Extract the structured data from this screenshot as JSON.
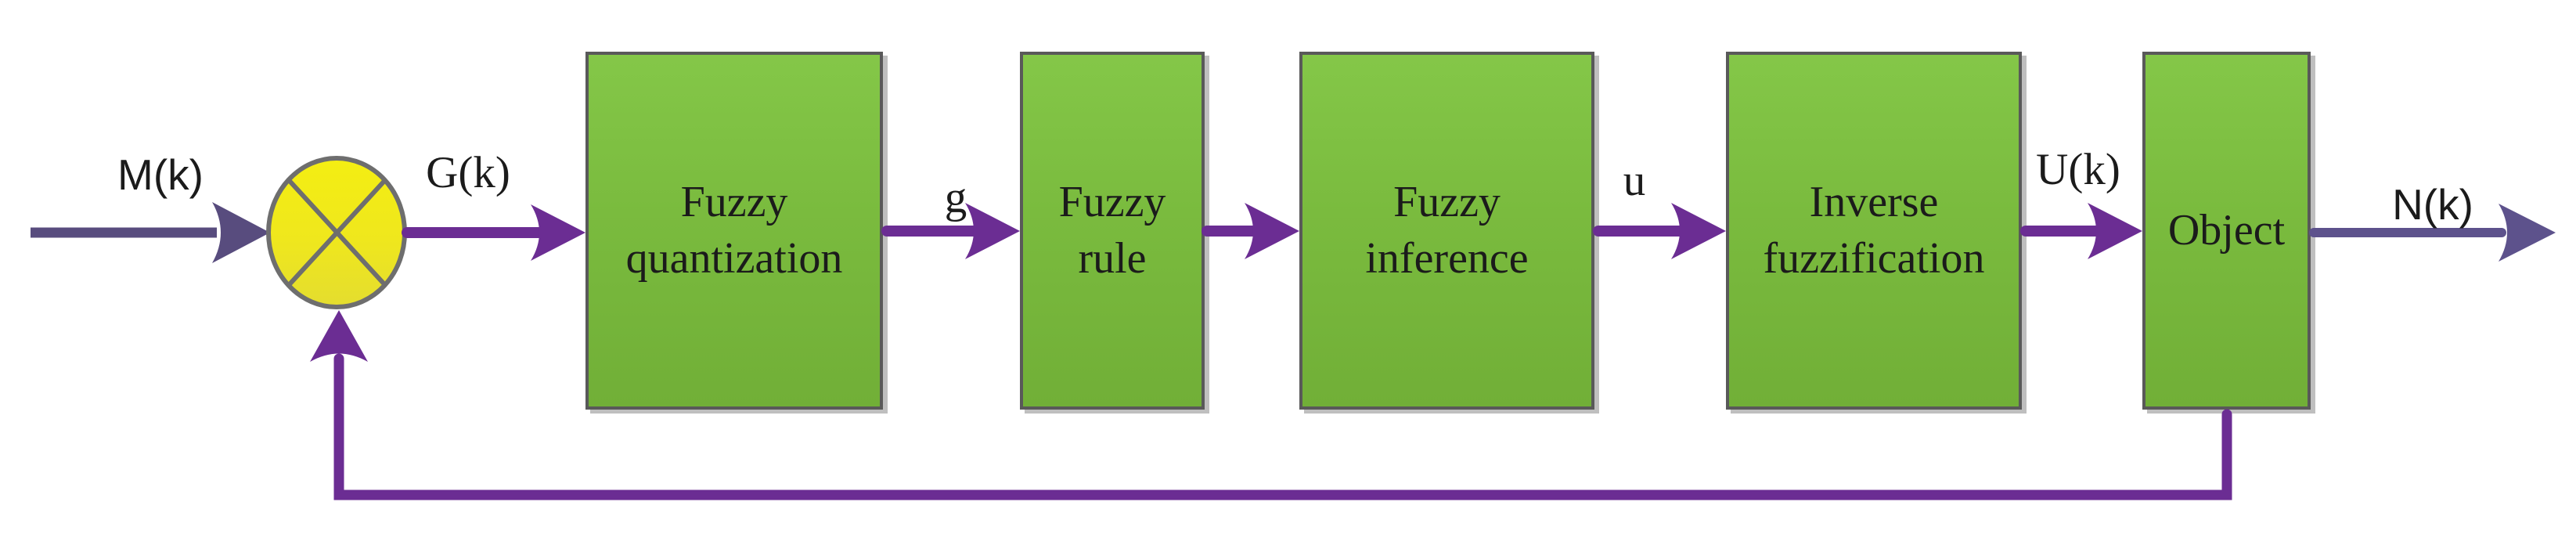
{
  "diagram_title": "fuzzy-control-block-diagram",
  "signals": {
    "input": "M(k)",
    "junction_out": "G(k)",
    "quantized": "g",
    "inferred": "u",
    "defuzzified": "U(k)",
    "output": "N(k)"
  },
  "blocks": {
    "quantization": {
      "line1": "Fuzzy",
      "line2": "quantization"
    },
    "rule": {
      "line1": "Fuzzy",
      "line2": "rule"
    },
    "inference": {
      "line1": "Fuzzy",
      "line2": "inference"
    },
    "defuzzification": {
      "line1": "Inverse",
      "line2": "fuzzification"
    },
    "object": {
      "line1": "Object"
    }
  },
  "junction": {
    "icon": "circle-x-multiplier-icon",
    "fill": "#EFE71D"
  },
  "colors": {
    "box_green": "#7ABB3E",
    "box_border": "#595959",
    "junction_yellow": "#EFE71D",
    "junction_border": "#6E6E6E",
    "arrow_purple": "#6B2D93",
    "io_arrow_purple": "#584C7E",
    "text": "#1B1B1B"
  }
}
